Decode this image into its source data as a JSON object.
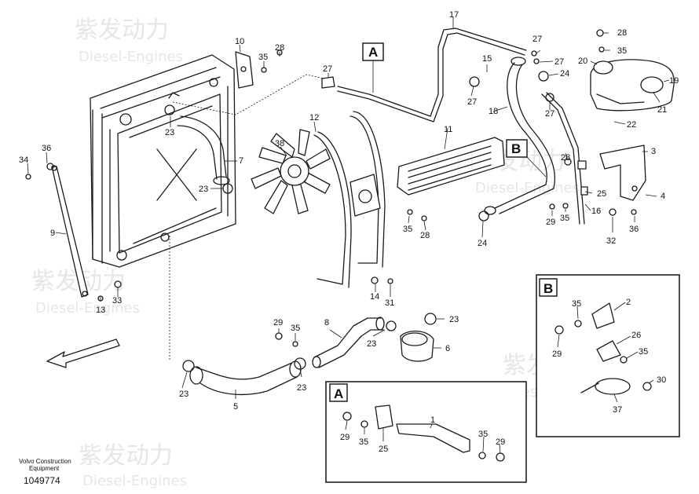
{
  "watermark": {
    "brand": "紫发动力",
    "subtitle": "Diesel-Engines"
  },
  "footer": {
    "maker": "Volvo Construction",
    "category": "Equipment",
    "drawing_number": "1049774"
  },
  "detail_boxes": {
    "A": {
      "letter": "A"
    },
    "B": {
      "letter": "B"
    }
  },
  "callouts": {
    "c1": "1",
    "c2": "2",
    "c3": "3",
    "c4": "4",
    "c5": "5",
    "c6": "6",
    "c7": "7",
    "c8": "8",
    "c9": "9",
    "c10": "10",
    "c11": "11",
    "c12": "12",
    "c13": "13",
    "c14": "14",
    "c15": "15",
    "c16": "16",
    "c17": "17",
    "c18": "18",
    "c19": "19",
    "c20": "20",
    "c21": "21",
    "c22": "22",
    "c23": "23",
    "c24": "24",
    "c25": "25",
    "c26": "26",
    "c27": "27",
    "c28": "28",
    "c29": "29",
    "c30": "30",
    "c31": "31",
    "c32": "32",
    "c33": "33",
    "c34": "34",
    "c35": "35",
    "c36": "36",
    "c37": "37",
    "c38": "38"
  }
}
